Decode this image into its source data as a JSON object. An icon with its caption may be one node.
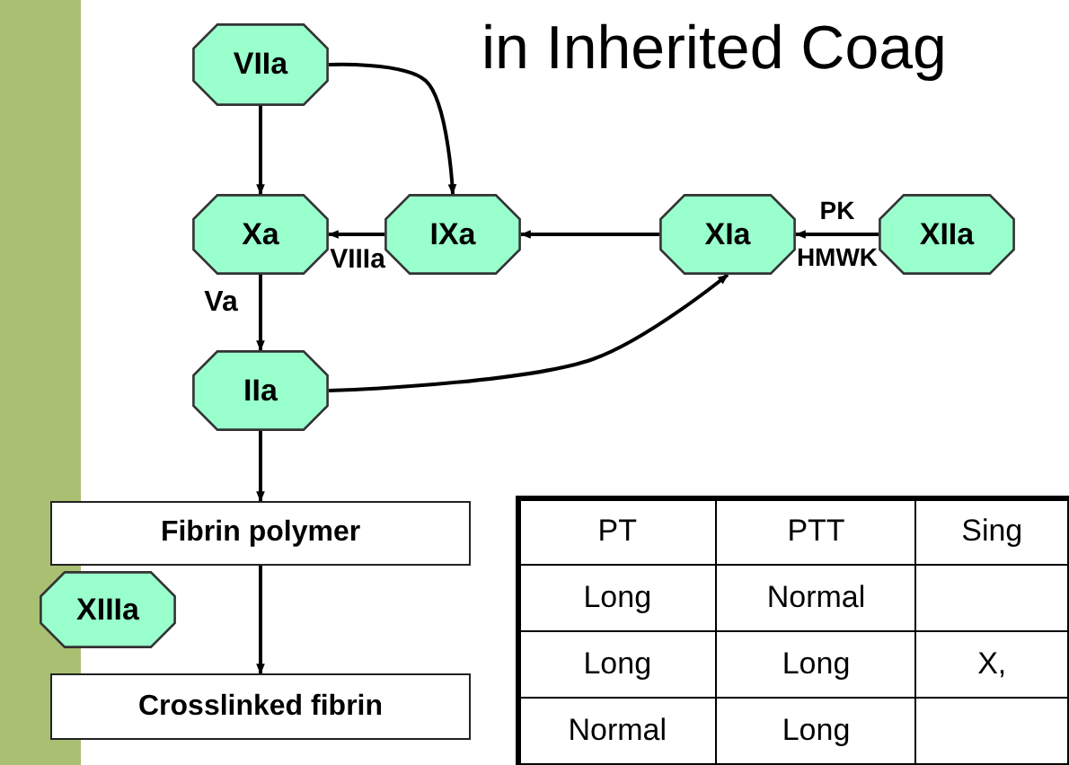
{
  "diagram": {
    "title": "in Inherited Coag",
    "nodes": [
      {
        "text": [
          "VIIa"
        ]
      },
      {
        "text": [
          "Xa"
        ]
      },
      {
        "text": [
          "IXa"
        ]
      },
      {
        "text": [
          "XIa"
        ]
      },
      {
        "text": [
          "XIIa"
        ]
      },
      {
        "text": [
          "IIa"
        ]
      },
      {
        "text": [
          "Fibrin polymer"
        ]
      },
      {
        "text": [
          "XIIIa"
        ]
      },
      {
        "text": [
          "Crosslinked fibrin"
        ]
      }
    ],
    "edges": [
      {
        "from": 0,
        "to": 1,
        "arrow": "to"
      },
      {
        "from": 0,
        "to": 2,
        "arrow": "to"
      },
      {
        "from": 2,
        "to": 1,
        "arrow": "to",
        "label": "VIIIa"
      },
      {
        "from": 3,
        "to": 2,
        "arrow": "to"
      },
      {
        "from": 4,
        "to": 3,
        "arrow": "to",
        "label": "PK HMWK"
      },
      {
        "from": 1,
        "to": 5,
        "arrow": "to",
        "label": "Va"
      },
      {
        "from": 5,
        "to": 3,
        "arrow": "to"
      },
      {
        "from": 5,
        "to": 6,
        "arrow": "to"
      },
      {
        "from": 6,
        "to": 8,
        "arrow": "to"
      }
    ],
    "labels": [
      "PT",
      "PTT",
      "Sing",
      "Long",
      "Normal",
      "Long",
      "Long",
      "X,",
      "Normal",
      "Long"
    ]
  }
}
